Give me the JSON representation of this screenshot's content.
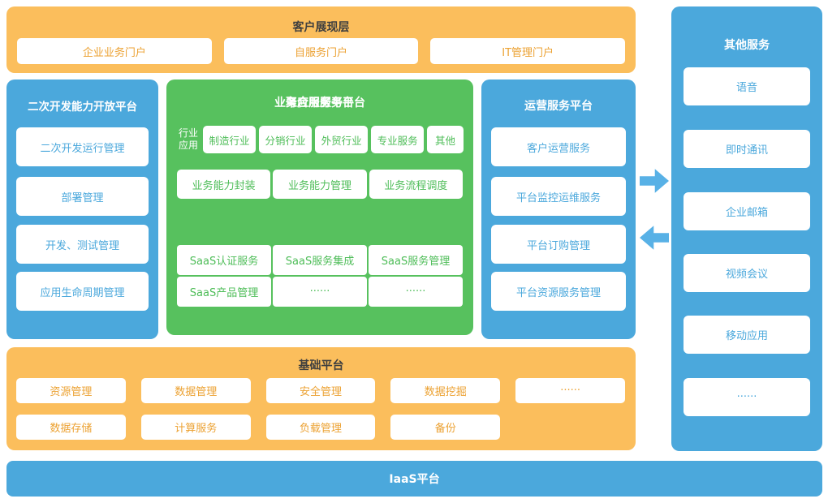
{
  "colors": {
    "orange": "#FBBE5C",
    "blue": "#4BA8DC",
    "green": "#57C15E",
    "arrow": "#58B1E6",
    "dark_text": "#3F3F3F",
    "orange_text": "#ECA233",
    "blue_text": "#4BA8DC",
    "green_text": "#4EBD58"
  },
  "icons": {
    "flow_right": "arrow-right-icon",
    "flow_left": "arrow-left-icon"
  },
  "customer_layer": {
    "title": "客户展现层",
    "items": [
      "企业业务门户",
      "自服务门户",
      "IT管理门户"
    ]
  },
  "dev_platform": {
    "title": "二次开发能力开放平台",
    "items": [
      "二次开发运行管理",
      "部署管理",
      "开发、测试管理",
      "应用生命周期管理"
    ]
  },
  "business_platform": {
    "title": "业务应用服务平台",
    "industry_label": "行业应用",
    "industries": [
      "制造行业",
      "分销行业",
      "外贸行业",
      "专业服务",
      "其他"
    ],
    "capabilities": [
      "业务能力封装",
      "业务能力管理",
      "业务流程调度"
    ],
    "aggregation": {
      "title": "聚合服务平台",
      "rows": [
        [
          "SaaS认证服务",
          "SaaS服务集成",
          "SaaS服务管理"
        ],
        [
          "SaaS产品管理",
          "······",
          "······"
        ]
      ]
    }
  },
  "operation_platform": {
    "title": "运营服务平台",
    "items": [
      "客户运营服务",
      "平台监控运维服务",
      "平台订购管理",
      "平台资源服务管理"
    ]
  },
  "other_services": {
    "title": "其他服务",
    "items": [
      "语音",
      "即时通讯",
      "企业邮箱",
      "视频会议",
      "移动应用",
      "······"
    ]
  },
  "base_platform": {
    "title": "基础平台",
    "row1": [
      "资源管理",
      "数据管理",
      "安全管理",
      "数据挖掘",
      "······"
    ],
    "row2": [
      "数据存储",
      "计算服务",
      "负载管理",
      "备份"
    ]
  },
  "iaas": {
    "title": "IaaS平台"
  }
}
